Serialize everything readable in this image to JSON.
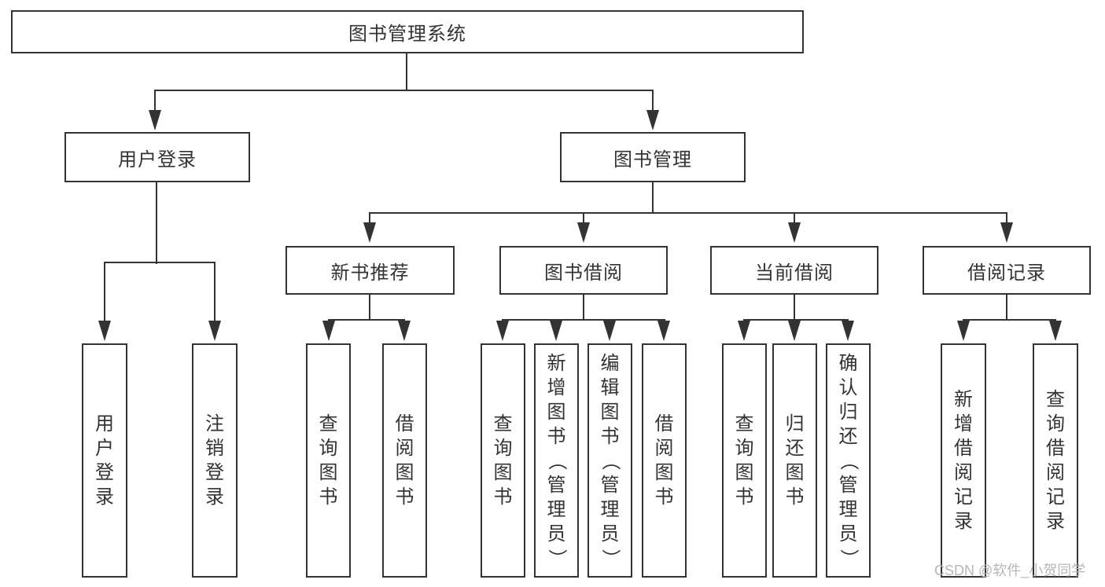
{
  "nodes": {
    "root": "图书管理系统",
    "user_login": "用户登录",
    "book_management": "图书管理",
    "new_book_recommend": "新书推荐",
    "book_borrow": "图书借阅",
    "current_borrow": "当前借阅",
    "borrow_record": "借阅记录"
  },
  "leaves": {
    "user_login": "用户登录",
    "logout_login": "注销登录",
    "recommend_query_book": "查询图书",
    "recommend_borrow_book": "借阅图书",
    "borrow_query_book": "查询图书",
    "borrow_add_book": "新增图书（管理员）",
    "borrow_edit_book": "编辑图书（管理员）",
    "borrow_borrow_book": "借阅图书",
    "current_query_book": "查询图书",
    "current_return_book": "归还图书",
    "current_confirm_return": "确认归还（管理员）",
    "record_add_record": "新增借阅记录",
    "record_query_record": "查询借阅记录"
  },
  "watermark": "CSDN @软件_小贺同学",
  "colors": {
    "line": "#333333",
    "text": "#333333",
    "watermark": "#b7b7b7",
    "background": "#ffffff"
  }
}
